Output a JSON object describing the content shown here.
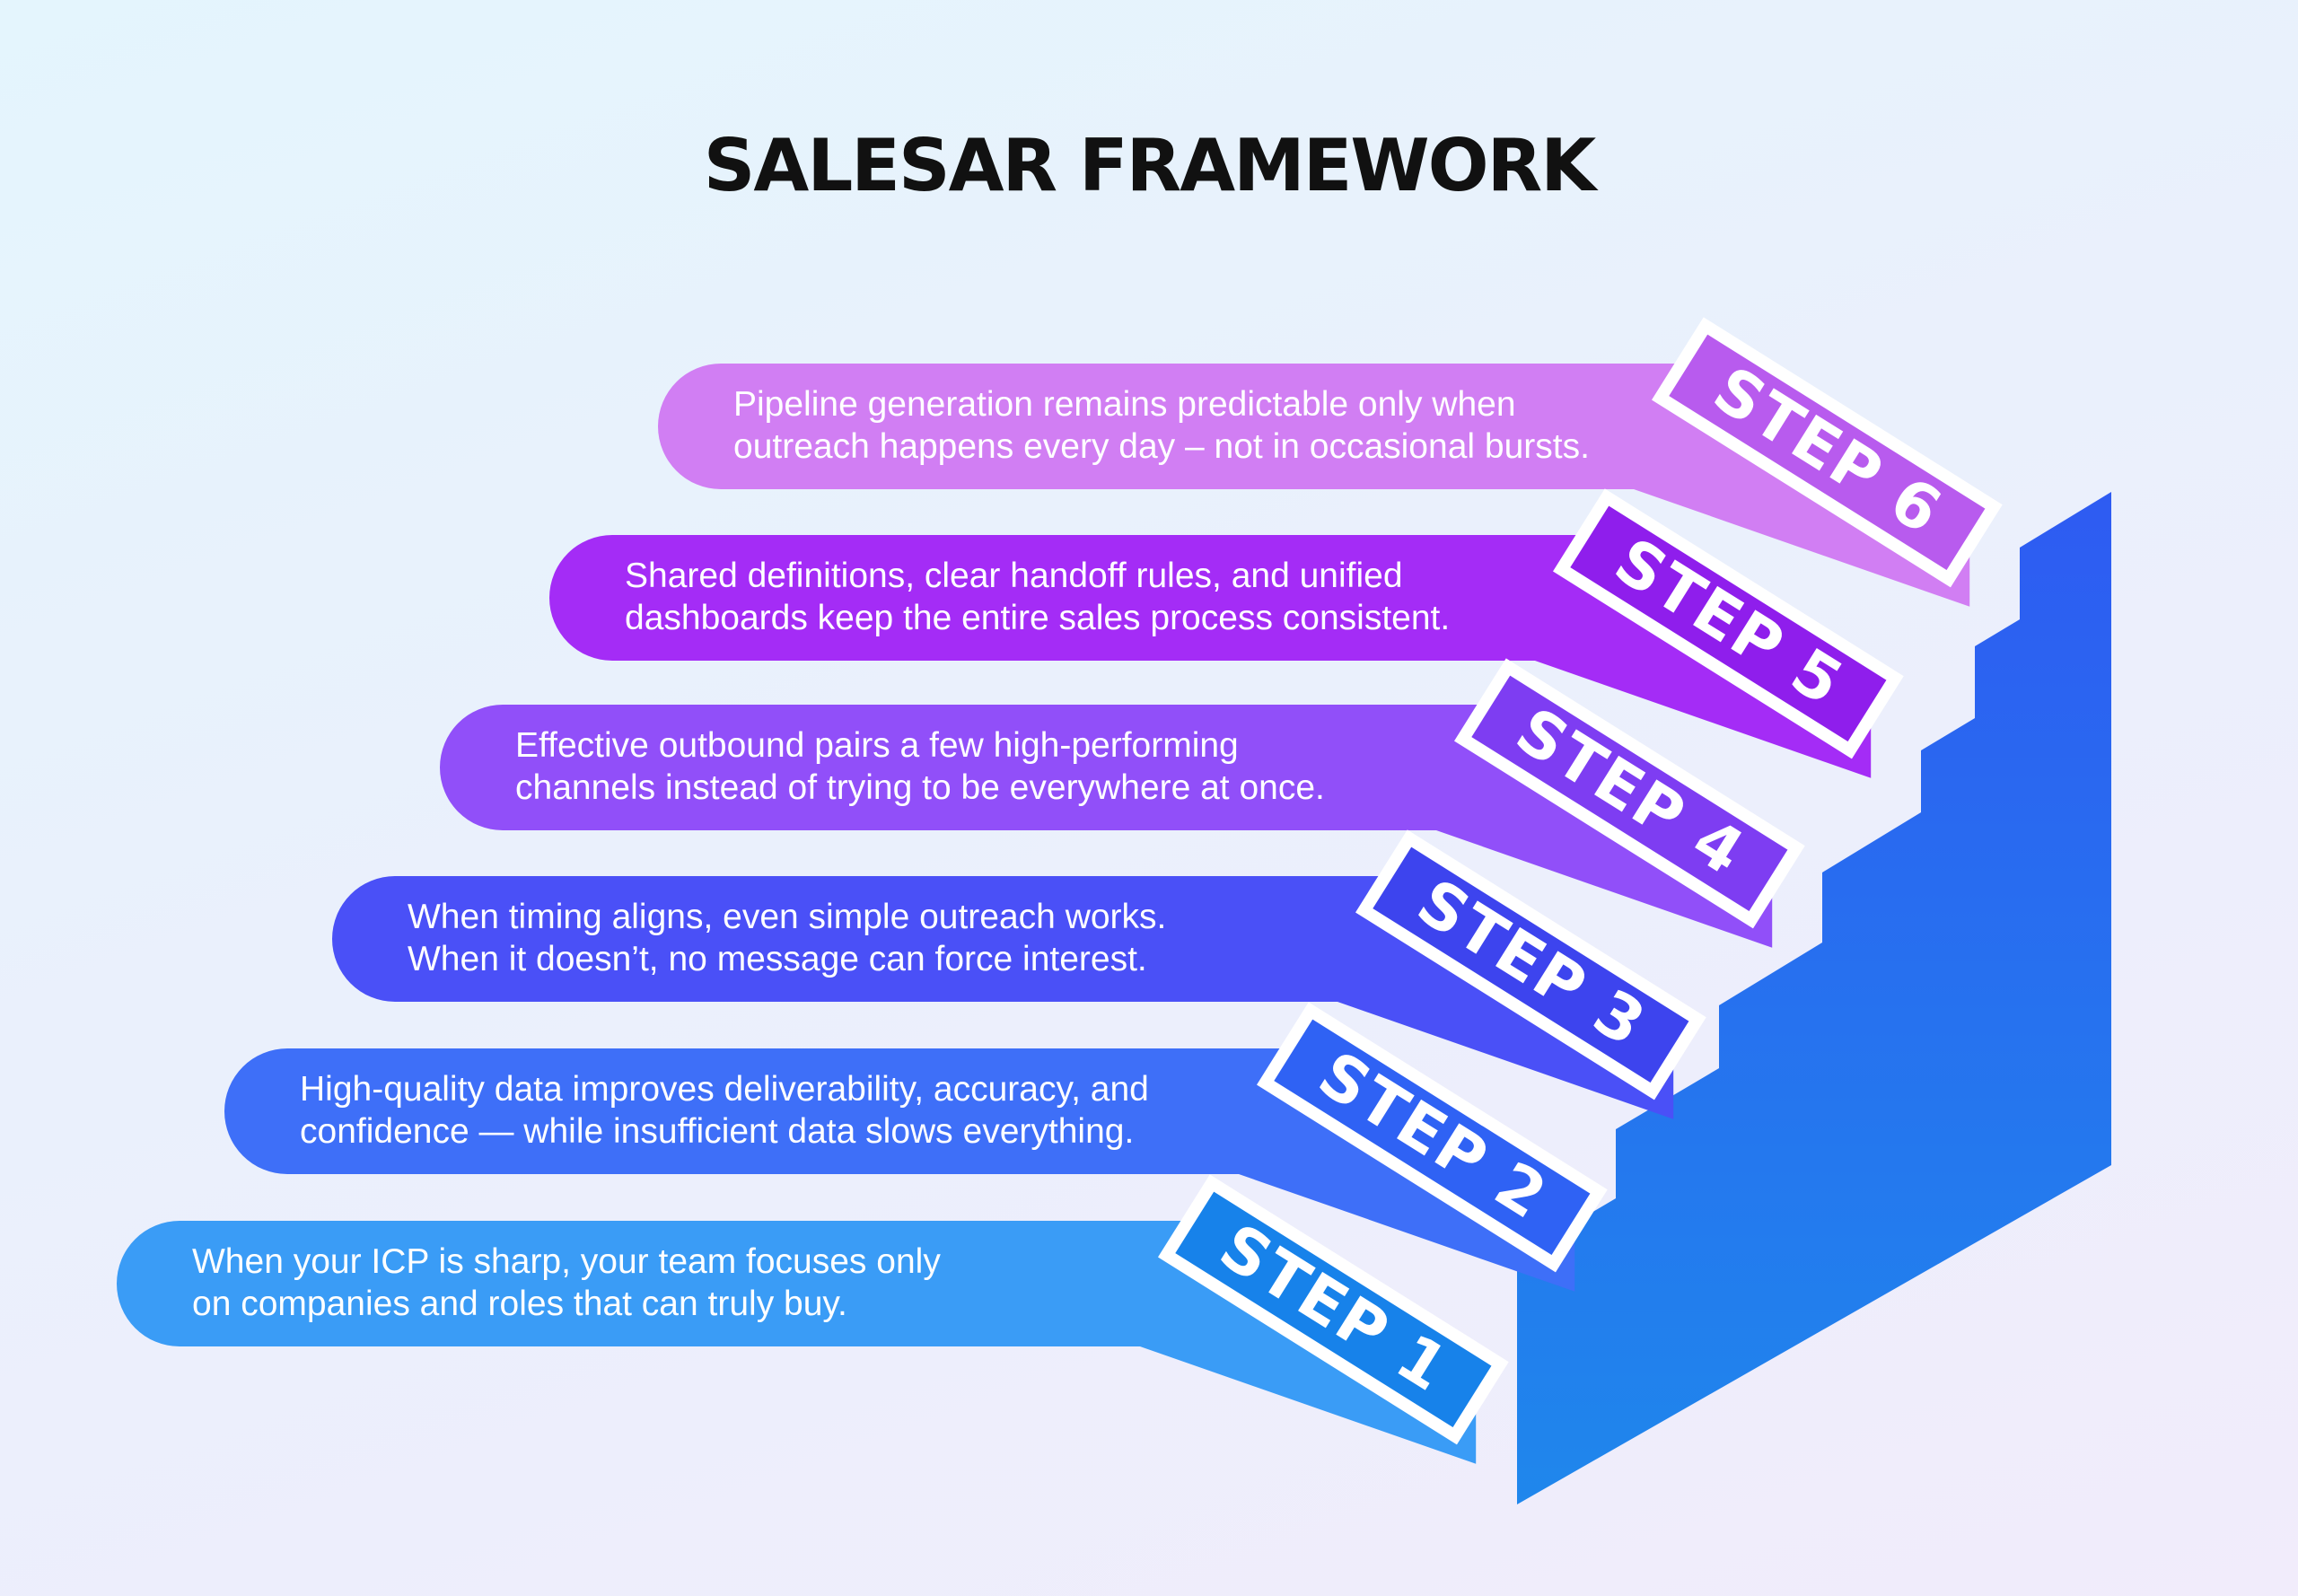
{
  "title": "SALESAR FRAMEWORK",
  "steps": [
    {
      "label": "STEP 1",
      "line1": "When your ICP is sharp, your team focuses only",
      "line2": "on companies and roles that can truly buy.",
      "color": "#3a9cf6",
      "stripe": "#1782ea"
    },
    {
      "label": "STEP 2",
      "line1": "High-quality data improves deliverability, accuracy, and",
      "line2": "confidence — while insufficient data slows everything.",
      "color": "#3e6ff8",
      "stripe": "#2f62f4"
    },
    {
      "label": "STEP 3",
      "line1": "When timing aligns, even simple outreach works.",
      "line2": "When it doesn’t, no message can force interest.",
      "color": "#4a50f7",
      "stripe": "#3d44ee"
    },
    {
      "label": "STEP 4",
      "line1": "Effective outbound pairs a few high-performing",
      "line2": "channels instead of trying to be everywhere at once.",
      "color": "#914ff9",
      "stripe": "#7e3df2"
    },
    {
      "label": "STEP 5",
      "line1": "Shared definitions, clear handoff rules, and unified",
      "line2": "dashboards keep the entire sales process consistent.",
      "color": "#a42cf6",
      "stripe": "#8f1eec"
    },
    {
      "label": "STEP 6",
      "line1": "Pipeline generation remains predictable only when",
      "line2": "outreach happens every day – not in occasional bursts.",
      "color": "#d17ef3",
      "stripe": "#b85bee"
    }
  ],
  "colors": {
    "side_top": "#2e5bf2",
    "side_bottom": "#1f87ec",
    "outline": "#ffffff",
    "title": "#111111"
  }
}
